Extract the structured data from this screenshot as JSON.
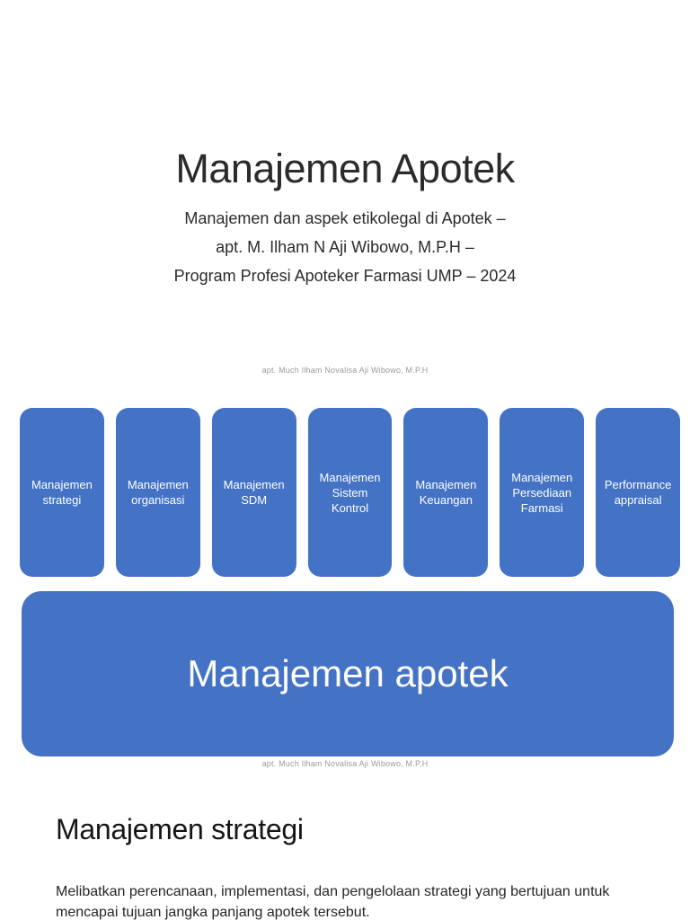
{
  "colors": {
    "accent_blue": "#4472C4",
    "box_text": "#ffffff",
    "caption_gray": "#9b9b9b",
    "page_background": "#ffffff"
  },
  "slide1": {
    "title": "Manajemen Apotek",
    "subtitle_lines": [
      "Manajemen dan aspek etikolegal di Apotek –",
      "apt. M. Ilham N Aji Wibowo, M.P.H –",
      "Program Profesi Apoteker Farmasi UMP – 2024"
    ],
    "author_caption": "apt. Much Ilham Novalisa Aji Wibowo, M.P.H",
    "boxes": [
      "Manajemen strategi",
      "Manajemen organisasi",
      "Manajemen SDM",
      "Manajemen Sistem Kontrol",
      "Manajemen Keuangan",
      "Manajemen Persediaan Farmasi",
      "Performance appraisal"
    ],
    "banner": "Manajemen apotek",
    "footer_caption": "apt. Much Ilham Novalisa Aji Wibowo, M.P.H"
  },
  "slide2": {
    "heading": "Manajemen strategi",
    "body": "Melibatkan perencanaan, implementasi, dan pengelolaan strategi yang bertujuan untuk mencapai tujuan jangka panjang apotek tersebut."
  }
}
